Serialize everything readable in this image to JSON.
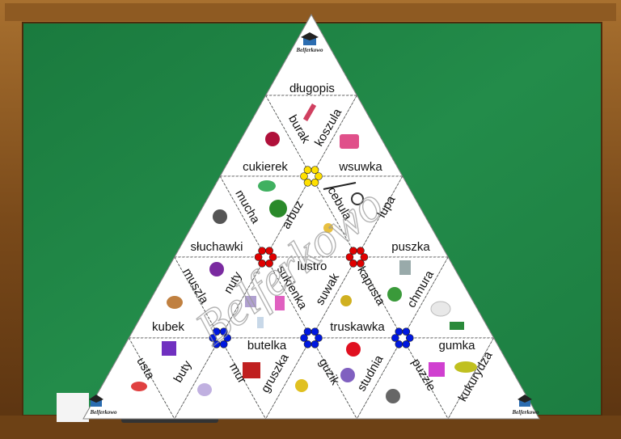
{
  "brand": "Belferkowo",
  "watermark": "Belferkowo",
  "words": {
    "dlugopis": "długopis",
    "burak": "burak",
    "koszula": "koszula",
    "cukierek": "cukierek",
    "wsuwka": "wsuwka",
    "mucha": "mucha",
    "arbuz": "arbuz",
    "cebula": "cebula",
    "lupa": "lupa",
    "sluchawki": "słuchawki",
    "puszka": "puszka",
    "lustro": "lustro",
    "muszla": "muszla",
    "nuty": "nuty",
    "sukienka": "sukienka",
    "suwak": "suwak",
    "kapusta": "kapusta",
    "chmura": "chmura",
    "kubek": "kubek",
    "truskawka": "truskawka",
    "butelka": "butelka",
    "gumka": "gumka",
    "usta": "usta",
    "buty": "buty",
    "mur": "mur",
    "gruszka": "gruszka",
    "guzik": "guzik",
    "studnia": "studnia",
    "puzzle": "puzzle",
    "kukurydza": "kukurydza"
  },
  "colors": {
    "frame": "#7a4a1a",
    "board": "#1f8a4a",
    "tile": "#ffffff",
    "flower_yellow": "#ffe000",
    "flower_red": "#e00000",
    "flower_blue": "#0018e0"
  }
}
